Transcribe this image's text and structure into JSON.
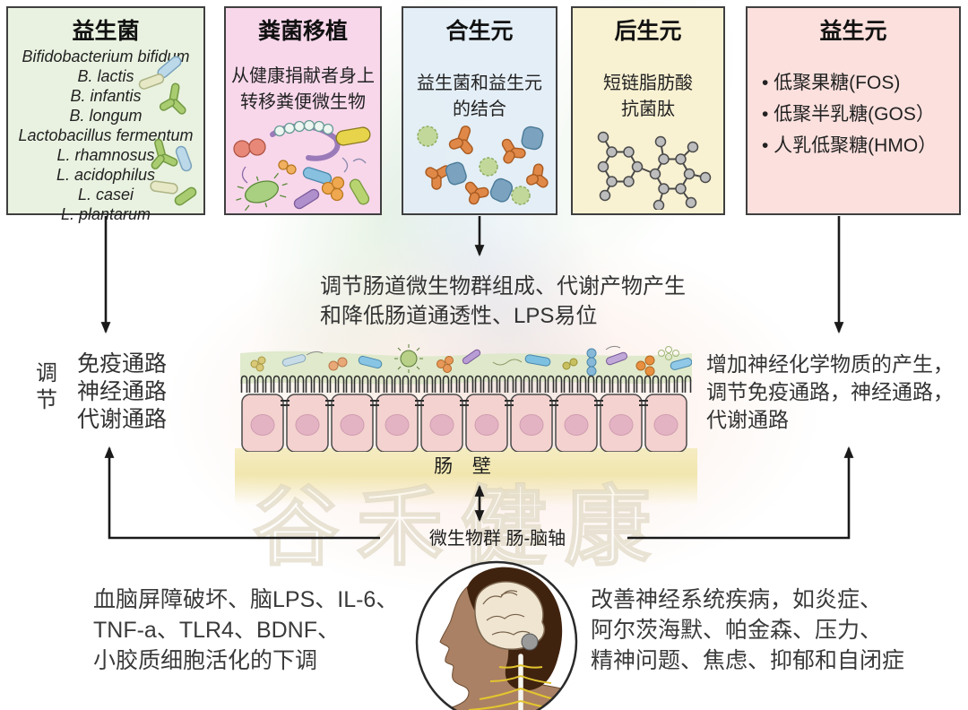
{
  "boxes": {
    "probiotics": {
      "title": "益生菌",
      "species": [
        "Bifidobacterium bifidum",
        "B. lactis",
        "B. infantis",
        "B. longum",
        "Lactobacillus fermentum",
        "L. rhamnosus",
        "L. acidophilus",
        "L. casei",
        "L. plantarum"
      ]
    },
    "fmt": {
      "title": "粪菌移植",
      "line1": "从健康捐献者身上",
      "line2": "转移粪便微生物"
    },
    "synbiotics": {
      "title": "合生元",
      "line1": "益生菌和益生元",
      "line2": "的结合"
    },
    "postbiotics": {
      "title": "后生元",
      "line1": "短链脂肪酸",
      "line2": "抗菌肽"
    },
    "prebiotics": {
      "title": "益生元",
      "bullets": [
        "• 低聚果糖(FOS)",
        "• 低聚半乳糖(GOS）",
        "• 人乳低聚糖(HMO）"
      ]
    }
  },
  "middle": {
    "modulation_line1": "调节肠道微生物群组成、代谢产物产生",
    "modulation_line2": "和降低肠道通透性、LPS易位",
    "gut_wall_label": "肠 壁",
    "axis_label": "微生物群 肠-脑轴"
  },
  "left_panel": {
    "regulate_label": "调节",
    "pathways": [
      "免疫通路",
      "神经通路",
      "代谢通路"
    ]
  },
  "right_panel": {
    "lines": [
      "增加神经化学物质的产生，",
      "调节免疫通路，神经通路，",
      "代谢通路"
    ]
  },
  "bottom": {
    "left_lines": [
      "血脑屏障破坏、脑LPS、IL-6、",
      "TNF-a、TLR4、BDNF、",
      "小胶质细胞活化的下调"
    ],
    "right_lines": [
      "改善神经系统疾病，如炎症、",
      "阿尔茨海默、帕金森、压力、",
      "精神问题、焦虑、抑郁和自闭症"
    ]
  },
  "watermark_text": "谷禾健康",
  "colors": {
    "probiotics_bg": "#e9f2e0",
    "fmt_bg": "#f8d7eb",
    "synbiotics_bg": "#e2edf5",
    "postbiotics_bg": "#f8f1d2",
    "prebiotics_bg": "#fbe0dd",
    "border": "#3f3f3f",
    "arrow": "#1a1a1a",
    "gut_band_yellow": "#f1e6ae",
    "cell_pink": "#f4d2cf",
    "mucus_green": "#dde8c8"
  }
}
